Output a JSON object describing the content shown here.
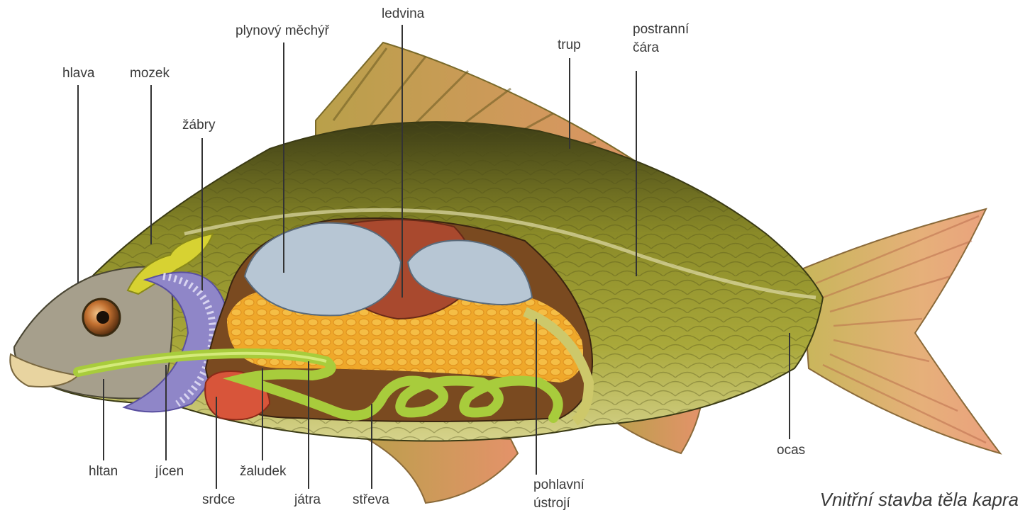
{
  "labels": {
    "hlava": "hlava",
    "mozek": "mozek",
    "zabry": "žábry",
    "plynovy_mechyr": "plynový měchýř",
    "ledvina": "ledvina",
    "trup": "trup",
    "postranni_cara_1": "postranní",
    "postranni_cara_2": "čára",
    "hltan": "hltan",
    "jicen": "jícen",
    "srdce": "srdce",
    "zaludek": "žaludek",
    "jatra": "játra",
    "streva": "střeva",
    "pohlavni_ustroji_1": "pohlavní",
    "pohlavni_ustroji_2": "ústrojí",
    "ocas": "ocas"
  },
  "caption": "Vnitřní stavba těla kapra",
  "colors": {
    "body": "#9a9a2c",
    "back": "#4a4a1a",
    "belly": "#d8d68a",
    "fin": "#d89a6a",
    "swim_bladder": "#b7c6d4",
    "kidney": "#a9492e",
    "liver": "#efa82a",
    "intestine": "#a8cc3c",
    "gills": "#8f86c8",
    "heart": "#d8553a",
    "brain": "#d7d232",
    "head": "#a6a090"
  }
}
